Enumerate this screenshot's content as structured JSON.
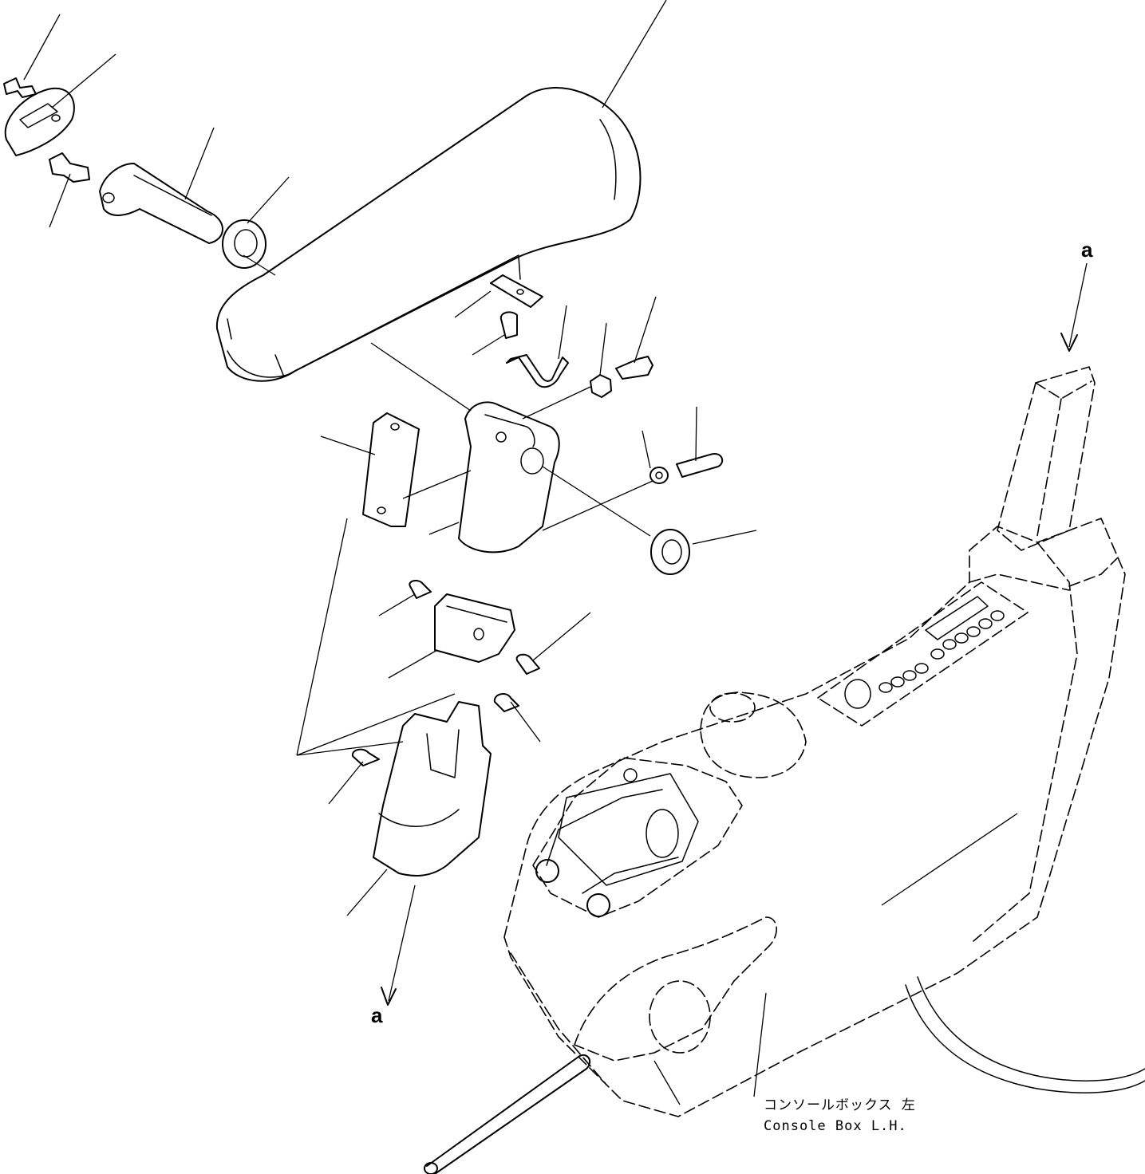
{
  "labels": {
    "ref_a_top": "a",
    "ref_a_bottom": "a"
  },
  "caption": {
    "japanese": "コンソールボックス 左",
    "english": "Console Box L.H."
  }
}
